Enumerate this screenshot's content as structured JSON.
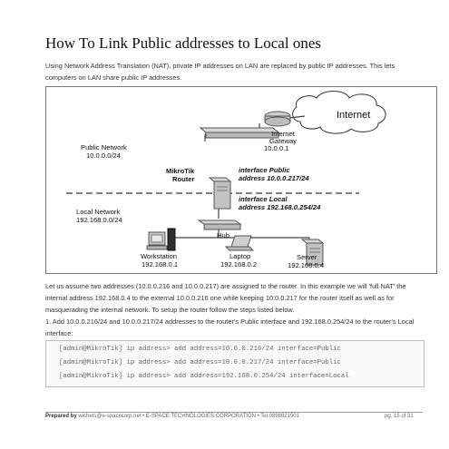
{
  "title": "How To Link Public addresses to Local ones",
  "intro": "Using Network Address Translation (NAT), private IP addresses on LAN are replaced by public IP addresses. This lets computers on LAN share public IP addresses.",
  "diagram": {
    "internet": "Internet",
    "gateway_name": "Internet Gateway",
    "gateway_ip": "10.0.0.1",
    "public_net_name": "Public Network",
    "public_net_addr": "10.0.0.0/24",
    "router_brand": "MikroTik",
    "router_word": "Router",
    "if_public_title": "interface Public",
    "if_public_addr": "address 10.0.0.217/24",
    "if_local_title": "interface Local",
    "if_local_addr": "address 192.168.0.254/24",
    "local_net_name": "Local Network",
    "local_net_addr": "192.168.0.0/24",
    "hub": "Hub",
    "workstation_name": "Workstation",
    "workstation_ip": "192.168.0.1",
    "laptop_name": "Laptop",
    "laptop_ip": "192.168.0.2",
    "server_name": "Server",
    "server_ip": "192.168.0.4"
  },
  "assume": "Let us assume two addresses (10.0.0.216 and 10.0.0.217) are assigned to the router. In this example we will 'full NAT' the internal address 192.168.0.4 to the external 10.0.0.216 one while keeping 10.0.0.217 for the router itself as well as for masquerading the internal network. To setup the router follow the steps listed below.",
  "step1": "1. Add 10.0.0.216/24 and 10.0.0.217/24 addresses to the router's Public interface and 192.168.0.254/24 to the router's Local interface:",
  "code": [
    "[admin@MikroTik] ip address> add address=10.0.0.216/24 interface=Public",
    "[admin@MikroTik] ip address> add address=10.0.0.217/24 interface=Public",
    "[admin@MikroTik] ip address> add address=192.168.0.254/24 interface=Local"
  ],
  "footer": {
    "prepared_label": "Prepared by",
    "prepared_text": "wichets@e-spacecorp.net • E-SPACE TECHNOLOGIES CORPORATION • Tel.0898821501",
    "page": "pg. 15 of 31"
  }
}
